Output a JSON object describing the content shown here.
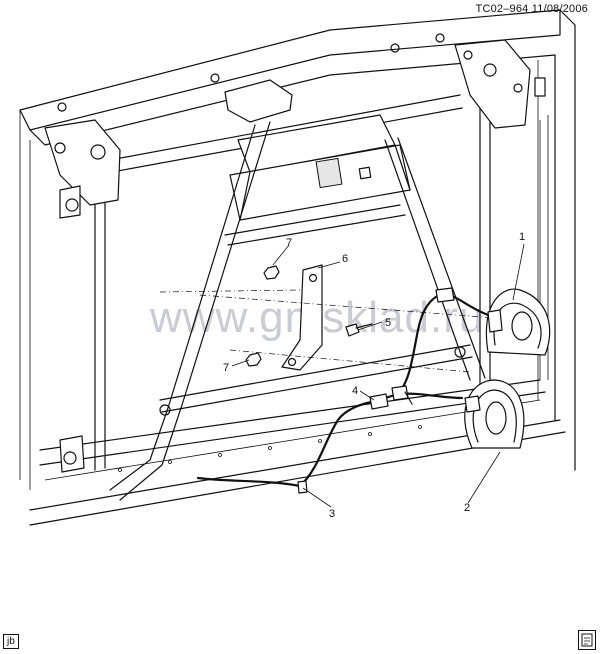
{
  "header": {
    "code": "TC02–964  11/08/2006"
  },
  "watermark": "www.gmsklad.ru",
  "footer": {
    "tag": "jb"
  },
  "callouts": [
    {
      "id": "1",
      "label": "1"
    },
    {
      "id": "2",
      "label": "2"
    },
    {
      "id": "3",
      "label": "3"
    },
    {
      "id": "4",
      "label": "4"
    },
    {
      "id": "5",
      "label": "5"
    },
    {
      "id": "6",
      "label": "6"
    },
    {
      "id": "7a",
      "label": "7"
    },
    {
      "id": "7b",
      "label": "7"
    }
  ],
  "icons": {
    "footer_right": "book-page-icon"
  }
}
